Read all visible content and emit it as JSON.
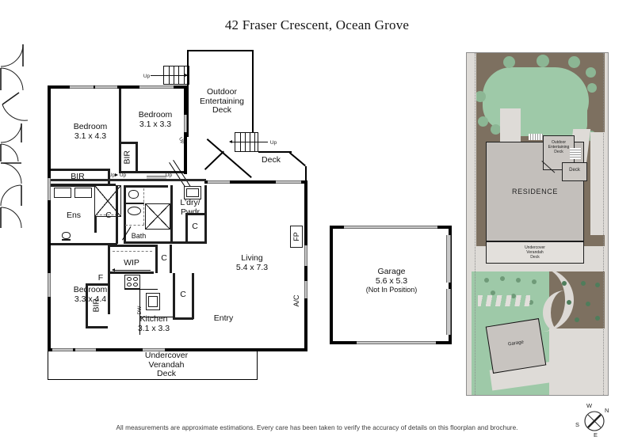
{
  "page": {
    "title": "42 Fraser Crescent, Ocean Grove",
    "footer": "All measurements are approximate estimations. Every care has been taken to verify the accuracy of details on this floorplan and brochure."
  },
  "colors": {
    "wall": "#000000",
    "window": "#c9c9c9",
    "lawn": "#9ec9a8",
    "garden_bed": "#7d7060",
    "paving": "#d6d3cf",
    "building_fill": "#c3bfbb",
    "site_background": "#e6e4e1",
    "text": "#111111"
  },
  "floorplan": {
    "rooms": [
      {
        "name": "bedroom-1",
        "label": "Bedroom",
        "dims": "3.1 x 4.3"
      },
      {
        "name": "bedroom-2",
        "label": "Bedroom",
        "dims": "3.1 x 3.3"
      },
      {
        "name": "bedroom-3",
        "label": "Bedroom",
        "dims": "3.3 x 4.4"
      },
      {
        "name": "kitchen",
        "label": "Kitchen",
        "dims": "3.1 x 3.3"
      },
      {
        "name": "living",
        "label": "Living",
        "dims": "5.4 x 7.3"
      },
      {
        "name": "garage",
        "label": "Garage",
        "dims": "5.6 x 5.3",
        "note": "(Not In Position)"
      }
    ],
    "areas": {
      "ensuite": "Ens",
      "bathroom": "Bath",
      "laundry_powder_line1": "L'dry/",
      "laundry_powder_line2": "Pwdr",
      "walk_in_pantry": "WIP",
      "entry": "Entry",
      "outdoor_deck_line1": "Outdoor",
      "outdoor_deck_line2": "Entertaining",
      "outdoor_deck_line3": "Deck",
      "deck": "Deck",
      "verandah_line1": "Undercover",
      "verandah_line2": "Verandah",
      "verandah_line3": "Deck"
    },
    "fixtures": {
      "built_in_robe": "BIR",
      "cupboard": "C",
      "fridge": "F",
      "dishwasher": "DW",
      "fireplace": "FP",
      "air_conditioner": "A/C"
    },
    "stair_labels": [
      "Up",
      "Up",
      "Up",
      "Up",
      "Up",
      "Up"
    ]
  },
  "siteplan": {
    "residence": "RESIDENCE",
    "garage": "Garage",
    "outdoor_deck_line1": "Outdoor",
    "outdoor_deck_line2": "Entertaining",
    "outdoor_deck_line3": "Deck",
    "deck": "Deck",
    "verandah_line1": "Undercover",
    "verandah_line2": "Verandah",
    "verandah_line3": "Deck"
  },
  "compass": {
    "n": "N",
    "e": "E",
    "s": "S",
    "w": "W"
  }
}
